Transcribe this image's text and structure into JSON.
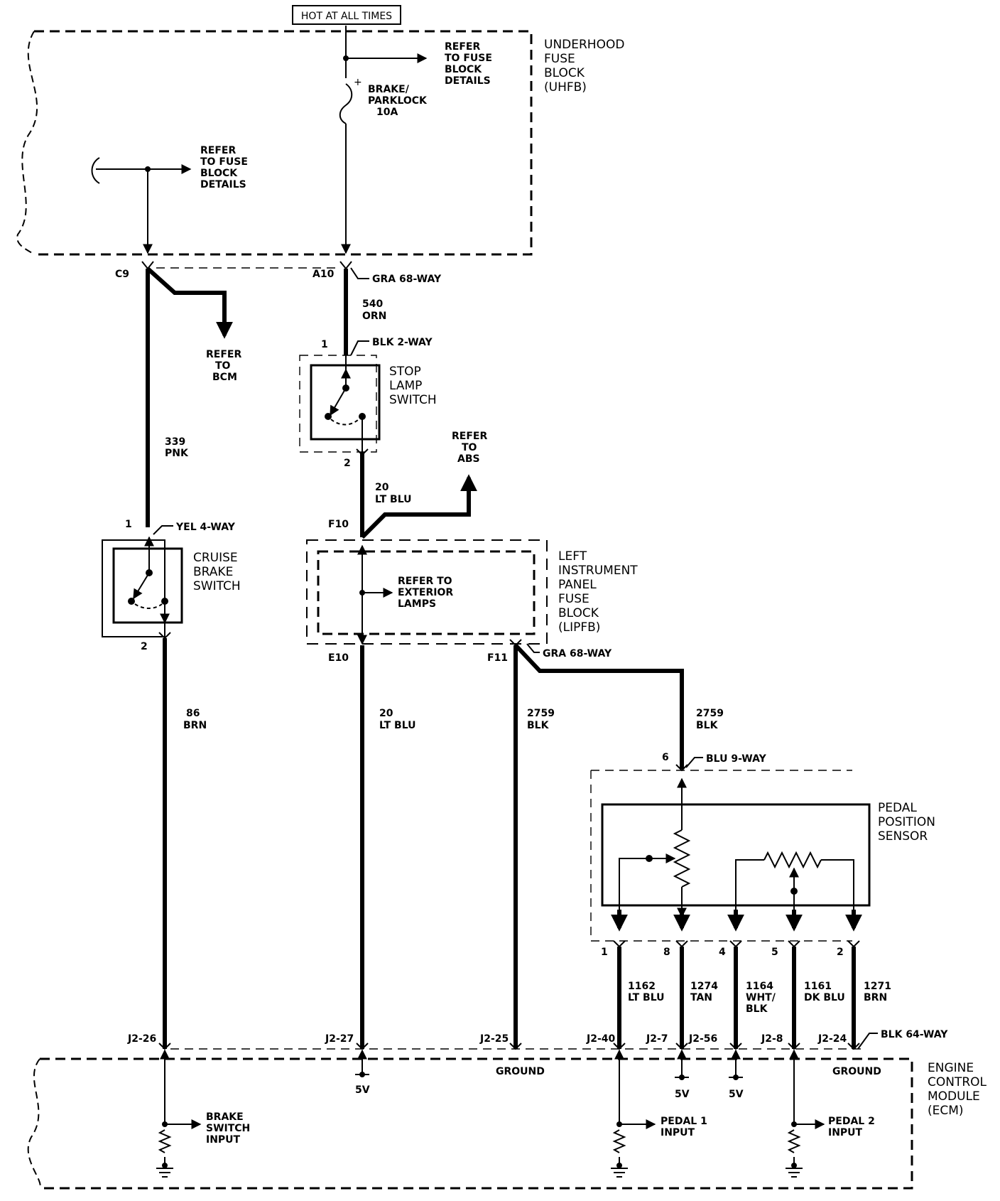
{
  "header": {
    "hot_label": "HOT AT ALL TIMES"
  },
  "uhfb": {
    "title_lines": [
      "UNDERHOOD",
      "FUSE",
      "BLOCK",
      "(UHFB)"
    ],
    "refer_top_lines": [
      "REFER",
      "TO FUSE",
      "BLOCK",
      "DETAILS"
    ],
    "refer_left_lines": [
      "REFER",
      "TO FUSE",
      "BLOCK",
      "DETAILS"
    ],
    "fuse_lines": [
      "BRAKE/",
      "PARKLOCK",
      "10A"
    ],
    "fuse_plus": "+"
  },
  "connectors": {
    "c9": "C9",
    "a10": "A10",
    "gra68_upper": "GRA 68-WAY",
    "blk2way": "BLK 2-WAY",
    "yel4way": "YEL 4-WAY",
    "f10": "F10",
    "e10": "E10",
    "f11": "F11",
    "gra68_lower": "GRA 68-WAY",
    "blu9way": "BLU 9-WAY",
    "blk64way": "BLK 64-WAY"
  },
  "wires": {
    "w540": [
      "540",
      "ORN"
    ],
    "w339": [
      "339",
      "PNK"
    ],
    "w20_upper": [
      "20",
      "LT BLU"
    ],
    "w86": [
      "86",
      "BRN"
    ],
    "w20_lower": [
      "20",
      "LT BLU"
    ],
    "w2759_left": [
      "2759",
      "BLK"
    ],
    "w2759_right": [
      "2759",
      "BLK"
    ],
    "w1162": [
      "1162",
      "LT BLU"
    ],
    "w1274": [
      "1274",
      "TAN"
    ],
    "w1164": [
      "1164",
      "WHT/",
      "BLK"
    ],
    "w1161": [
      "1161",
      "DK BLU"
    ],
    "w1271": [
      "1271",
      "BRN"
    ]
  },
  "refer_bcm": [
    "REFER",
    "TO",
    "BCM"
  ],
  "refer_abs": [
    "REFER",
    "TO",
    "ABS"
  ],
  "stop_lamp": {
    "title_lines": [
      "STOP",
      "LAMP",
      "SWITCH"
    ],
    "pin_top": "1",
    "pin_bottom": "2"
  },
  "cruise_brake": {
    "title_lines": [
      "CRUISE",
      "BRAKE",
      "SWITCH"
    ],
    "pin_top": "1",
    "pin_bottom": "2"
  },
  "lipfb": {
    "title_lines": [
      "LEFT",
      "INSTRUMENT",
      "PANEL",
      "FUSE",
      "BLOCK",
      "(LIPFB)"
    ],
    "refer_lines": [
      "REFER TO",
      "EXTERIOR",
      "LAMPS"
    ]
  },
  "pps": {
    "title_lines": [
      "PEDAL",
      "POSITION",
      "SENSOR"
    ],
    "pin_top": "6",
    "pins": [
      "1",
      "8",
      "4",
      "5",
      "2"
    ]
  },
  "ecm": {
    "title_lines": [
      "ENGINE",
      "CONTROL",
      "MODULE",
      "(ECM)"
    ],
    "pins": {
      "j2_26": "J2-26",
      "j2_27": "J2-27",
      "j2_25": "J2-25",
      "j2_40": "J2-40",
      "j2_7": "J2-7",
      "j2_56": "J2-56",
      "j2_8": "J2-8",
      "j2_24": "J2-24"
    },
    "ground_left": "GROUND",
    "ground_right": "GROUND",
    "v5_a": "5V",
    "v5_b": "5V",
    "v5_c": "5V",
    "brake_input_lines": [
      "BRAKE",
      "SWITCH",
      "INPUT"
    ],
    "pedal1_lines": [
      "PEDAL 1",
      "INPUT"
    ],
    "pedal2_lines": [
      "PEDAL 2",
      "INPUT"
    ]
  }
}
